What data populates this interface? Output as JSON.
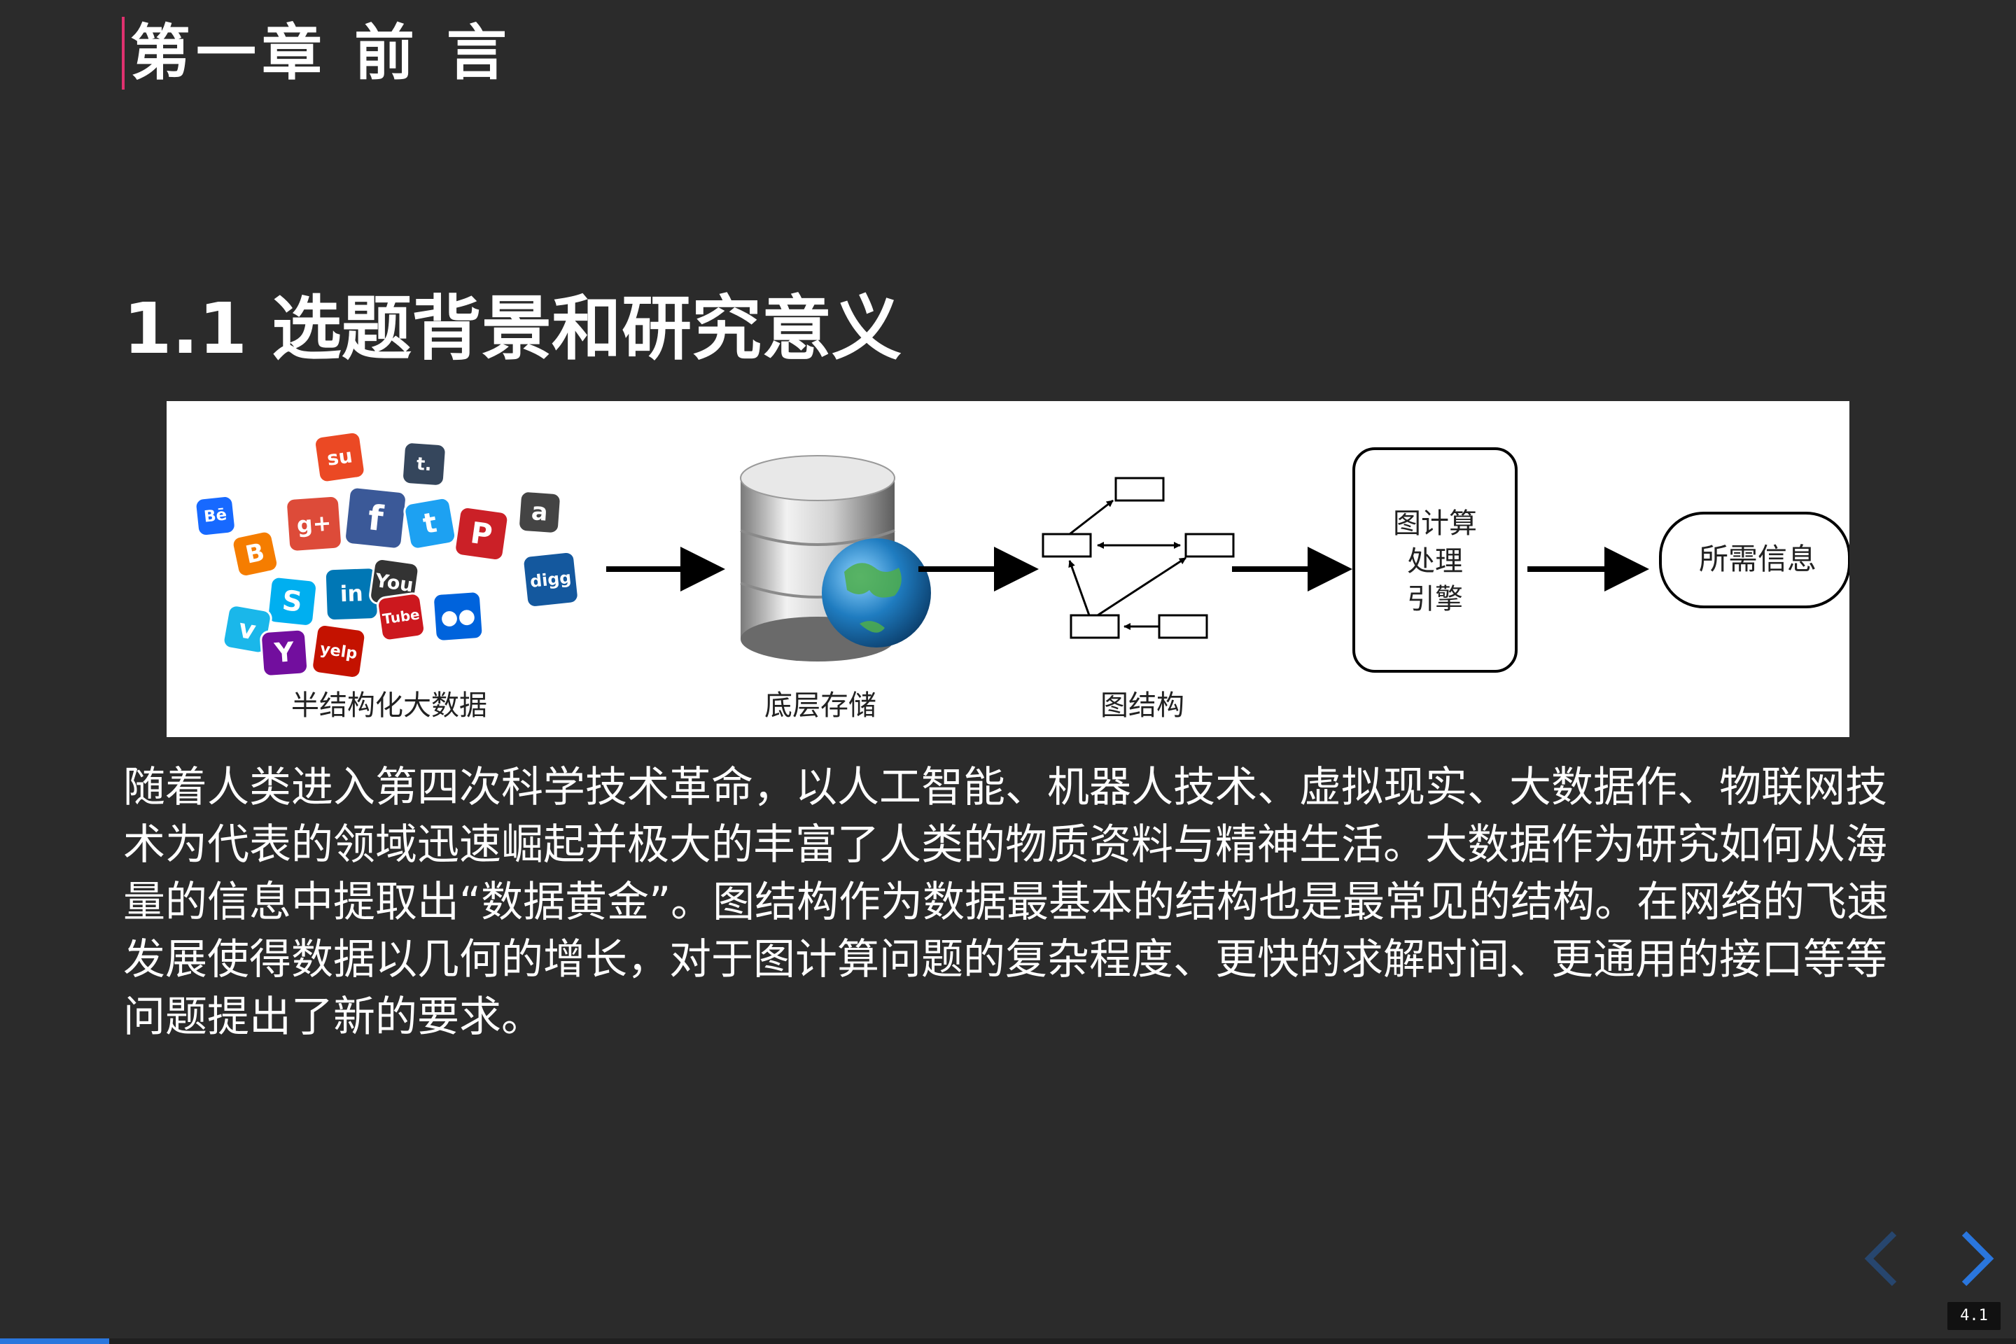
{
  "slide": {
    "chapter_title": "第一章 前 言",
    "section_title": "1.1 选题背景和研究意义",
    "body": "随着人类进入第四次科学技术革命，以人工智能、机器人技术、虚拟现实、大数据作、物联网技术为代表的领域迅速崛起并极大的丰富了人类的物质资料与精神生活。大数据作为研究如何从海量的信息中提取出“数据黄金”。图结构作为数据最基本的结构也是最常见的结构。在网络的飞速发展使得数据以几何的增长，对于图计算问题的复杂程度、更快的求解时间、更通用的接口等等问题提出了新的要求。"
  },
  "figure": {
    "stage1_label": "半结构化大数据",
    "stage2_label": "底层存储",
    "stage3_label": "图结构",
    "engine_lines": [
      "图计算",
      "处理",
      "引擎"
    ],
    "output_label": "所需信息",
    "social_logos": [
      {
        "text": "Bē",
        "color": "#1769ff"
      },
      {
        "text": "t.",
        "color": "#35465c"
      },
      {
        "text": "su",
        "color": "#eb4924"
      },
      {
        "text": "g+",
        "color": "#dd4b39"
      },
      {
        "text": "f",
        "color": "#3b5998"
      },
      {
        "text": "t",
        "color": "#1da1f2"
      },
      {
        "text": "P",
        "color": "#cb2027"
      },
      {
        "text": "a",
        "color": "#444444"
      },
      {
        "text": "B",
        "color": "#f57d00"
      },
      {
        "text": "S",
        "color": "#00aff0"
      },
      {
        "text": "in",
        "color": "#0077b5"
      },
      {
        "text": "You",
        "color": "#333333"
      },
      {
        "text": "Tube",
        "color": "#cc181e"
      },
      {
        "text": "digg",
        "color": "#14589e"
      },
      {
        "text": "v",
        "color": "#1ab7ea"
      },
      {
        "text": "Y",
        "color": "#720e9e"
      },
      {
        "text": "yelp",
        "color": "#c41200"
      },
      {
        "text": "●●",
        "color": "#0063dc"
      }
    ]
  },
  "nav": {
    "prev_icon": "chevron-left-icon",
    "next_icon": "chevron-right-icon",
    "slide_number": "4.1"
  },
  "progress": {
    "fraction": 0.054,
    "color": "#2a76dd"
  },
  "colors": {
    "background": "#2b2b2b",
    "accent": "#e0316f",
    "nav_active": "#2a76dd",
    "nav_inactive": "#27466e"
  }
}
